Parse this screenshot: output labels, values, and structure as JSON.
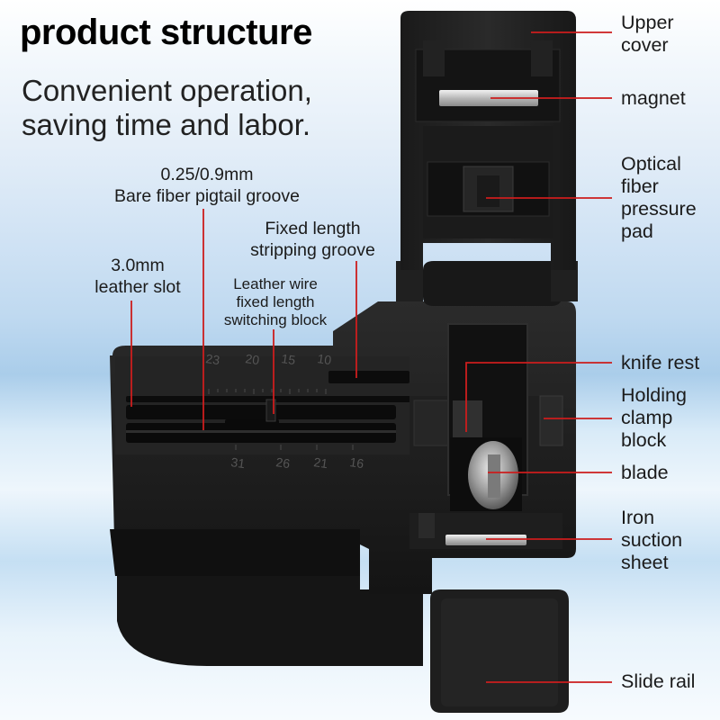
{
  "heading": "product structure",
  "subtitle": {
    "line1": "Convenient operation,",
    "line2": "saving time and labor."
  },
  "labels": {
    "upper_cover": [
      "Upper",
      "cover"
    ],
    "magnet": [
      "magnet"
    ],
    "pressure_pad": [
      "Optical",
      "fiber",
      "pressure",
      "pad"
    ],
    "knife_rest": [
      "knife rest"
    ],
    "holding_clamp": [
      "Holding",
      "clamp",
      "block"
    ],
    "blade": [
      "blade"
    ],
    "iron_sheet": [
      "Iron",
      "suction",
      "sheet"
    ],
    "slide_rail": [
      "Slide rail"
    ],
    "pigtail_groove": [
      "0.25/0.9mm",
      "Bare fiber pigtail groove"
    ],
    "stripping_groove": [
      "Fixed length",
      "stripping groove"
    ],
    "leather_slot": [
      "3.0mm",
      "leather slot"
    ],
    "switching_block": [
      "Leather wire",
      "fixed length",
      "switching block"
    ]
  },
  "scale": {
    "top": [
      "23",
      "20",
      "15",
      "10"
    ],
    "bottom": [
      "31",
      "26",
      "21",
      "16"
    ]
  },
  "colors": {
    "leader_line": "#cc1d1d",
    "device_body": "#1c1c1c",
    "background": "#cfe2f4"
  }
}
